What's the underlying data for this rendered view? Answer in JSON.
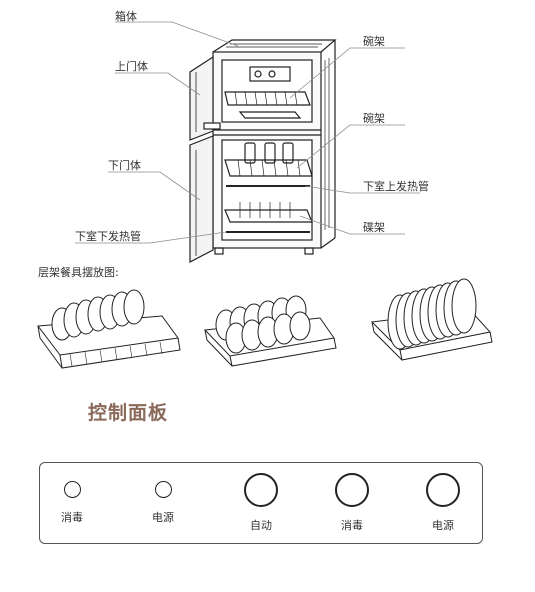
{
  "callouts": {
    "box_body": "箱体",
    "upper_door": "上门体",
    "lower_door": "下门体",
    "lower_bottom_heater": "下室下发热管",
    "bowl_rack_top": "碗架",
    "bowl_rack_mid": "碗架",
    "lower_top_heater": "下室上发热管",
    "dish_rack": "碟架"
  },
  "rack_caption": "层架餐具摆放图:",
  "section_title": "控制面板",
  "control_panel": {
    "indicators": [
      {
        "label": "消毒"
      },
      {
        "label": "电源"
      }
    ],
    "buttons": [
      {
        "label": "自动"
      },
      {
        "label": "消毒"
      },
      {
        "label": "电源"
      }
    ]
  },
  "colors": {
    "line": "#222222",
    "leader": "#8c8c8c",
    "title": "#8a6a5a",
    "logo": "#a38878"
  }
}
